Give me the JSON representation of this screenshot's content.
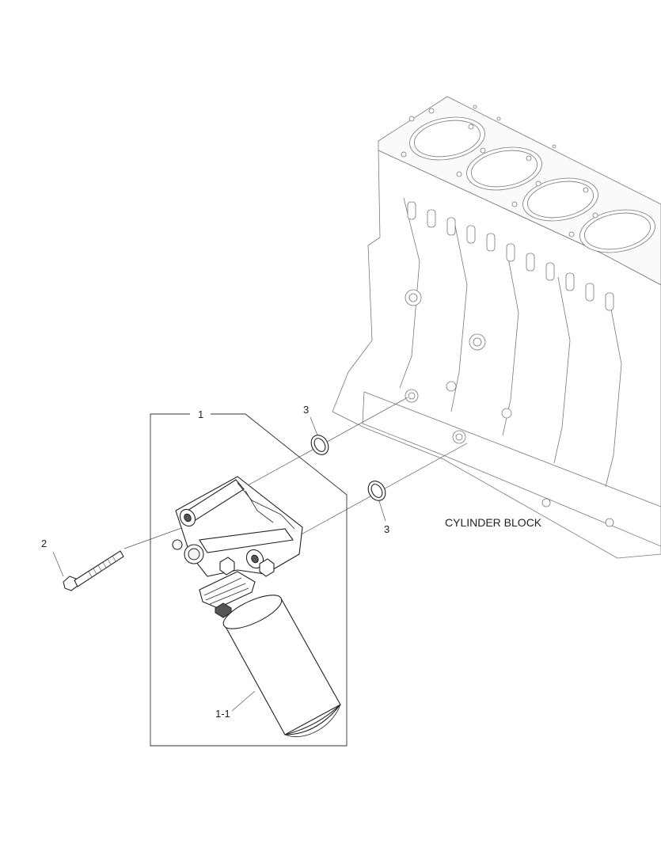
{
  "callouts": {
    "assembly": "1",
    "filter": "1-1",
    "bolt": "2",
    "oring_upper": "3",
    "oring_lower": "3"
  },
  "labels": {
    "cylinder_block": "CYLINDER BLOCK"
  }
}
